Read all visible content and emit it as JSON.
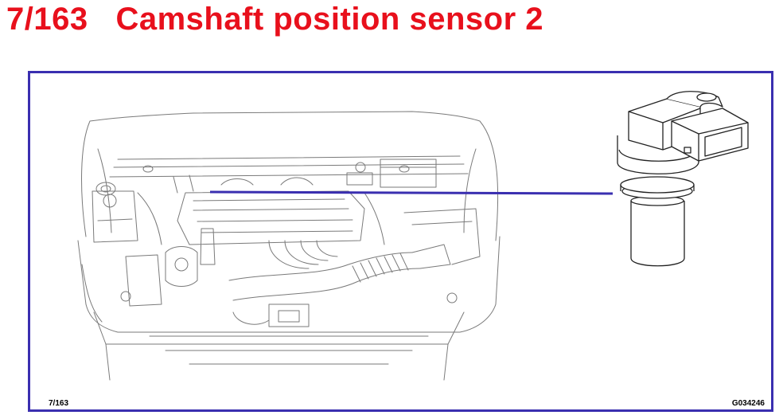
{
  "header": {
    "title": "7/163   Camshaft position sensor 2"
  },
  "figure": {
    "ref_number": "7/163",
    "figure_code": "G034246",
    "components": {
      "engine_bay": "engine-bay-drawing",
      "sensor": "camshaft-position-sensor-2-drawing"
    }
  },
  "colors": {
    "title": "#e8101c",
    "frame": "#3a2fb0",
    "leader": "#3a2fb0",
    "line_art": "#7a7a7a"
  }
}
